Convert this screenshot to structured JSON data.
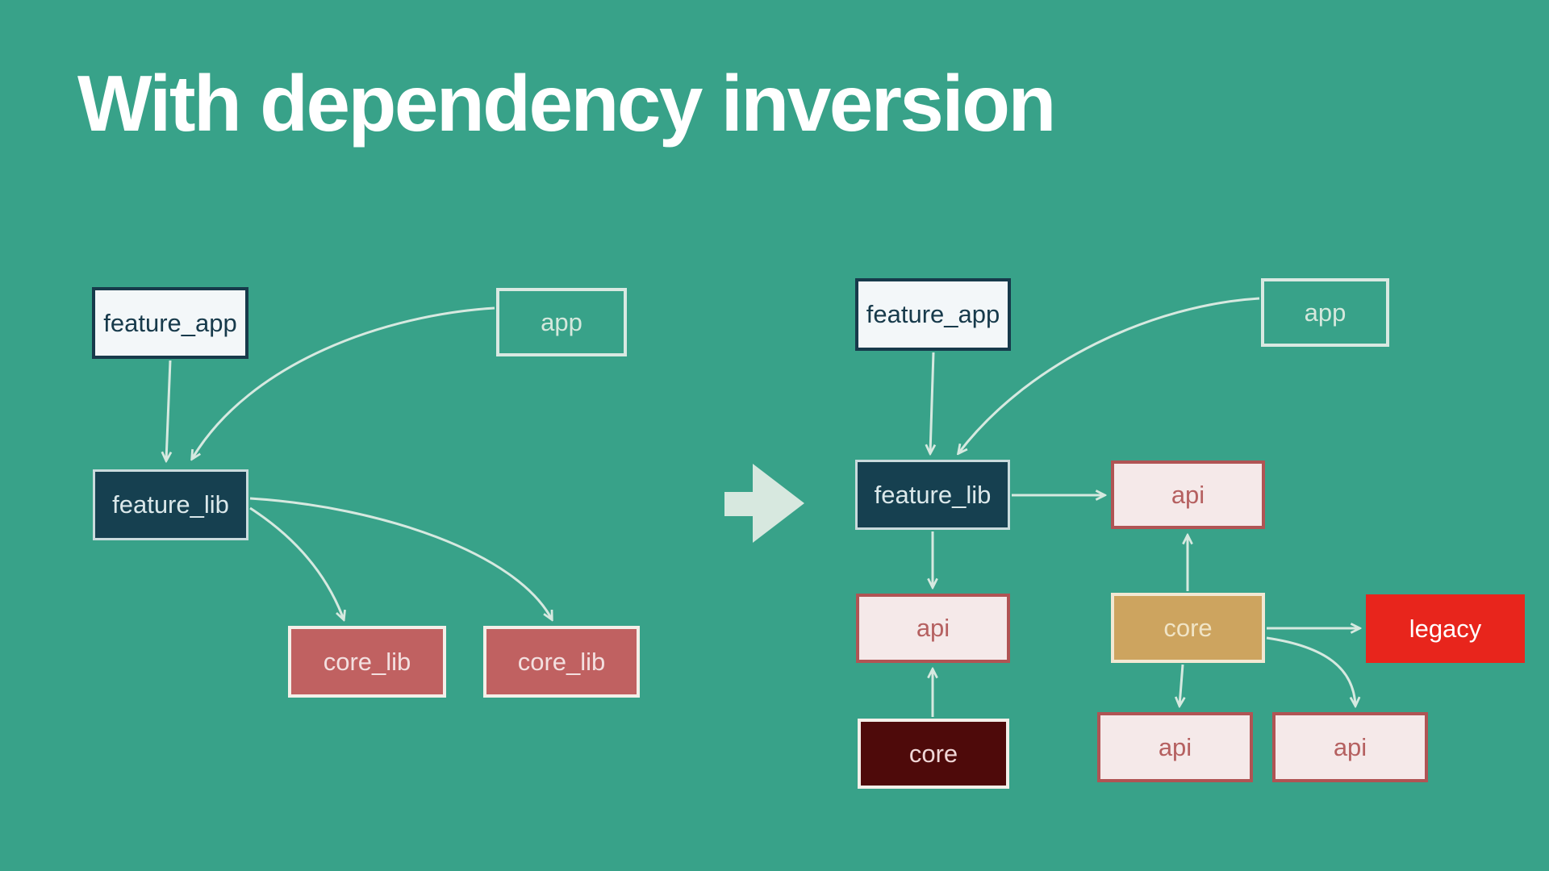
{
  "title": "With dependency inversion",
  "icons": {
    "transform_arrow": "big-right-arrow"
  },
  "colors": {
    "background": "#38a289",
    "edge": "#d6e9e0",
    "title_text": "#ffffff",
    "node_light_bg": "#f3f7f9",
    "node_navy": "#173a4b",
    "node_dark_navy_bg": "#164050",
    "node_rose_bg": "#c06161",
    "node_api_bg": "#f5e9e9",
    "node_api_border": "#b05454",
    "node_gold_bg": "#cda45f",
    "node_maroon_bg": "#4e0a0a",
    "node_legacy_bg": "#e8251c",
    "transform_arrow_fill": "#d7e8df"
  },
  "left": {
    "feature_app": "feature_app",
    "app": "app",
    "feature_lib": "feature_lib",
    "core_lib_a": "core_lib",
    "core_lib_b": "core_lib"
  },
  "right": {
    "feature_app": "feature_app",
    "app": "app",
    "feature_lib": "feature_lib",
    "api_top": "api",
    "api_mid": "api",
    "core": "core",
    "legacy": "legacy",
    "core_impl": "core",
    "api_bot_a": "api",
    "api_bot_b": "api"
  }
}
